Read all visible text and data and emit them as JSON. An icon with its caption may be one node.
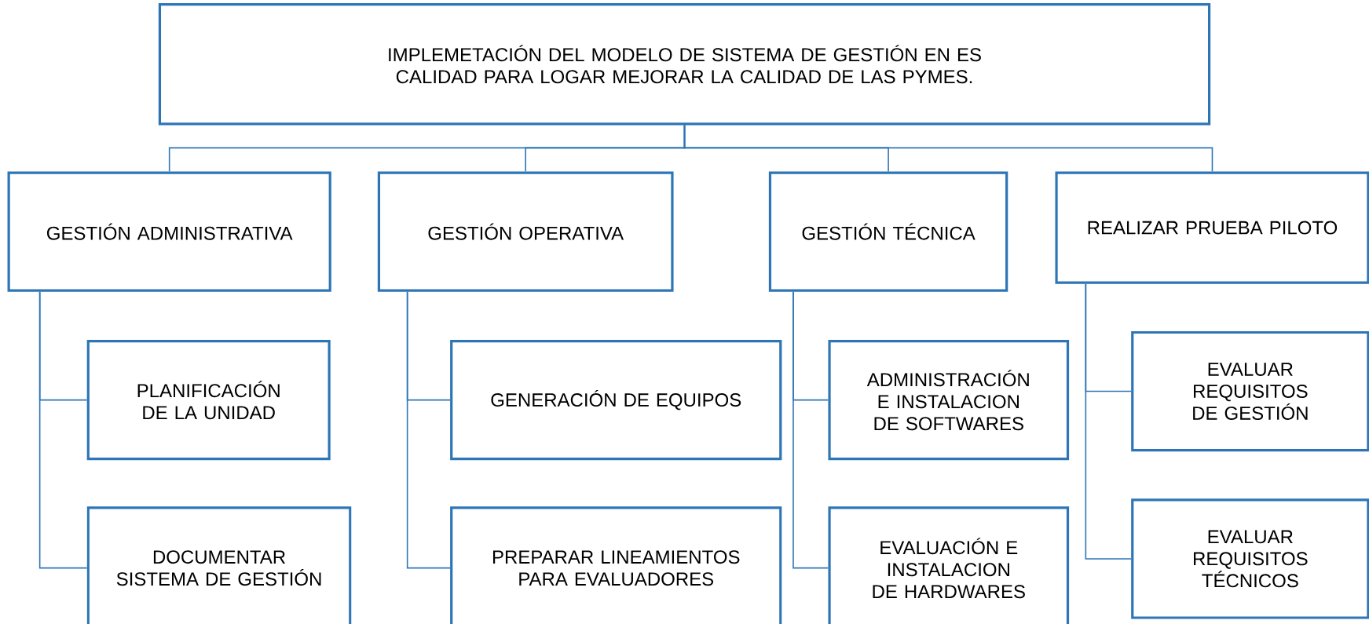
{
  "diagram": {
    "nodes": [
      {
        "text": [
          "IMPLEMETACIÓN DEL MODELO DE SISTEMA DE GESTIÓN EN ES CALIDAD PARA LOGAR MEJORAR LA CALIDAD DE LAS PYMES."
        ]
      },
      {
        "text": [
          "GESTIÓN ADMINISTRATIVA"
        ]
      },
      {
        "text": [
          "GESTIÓN OPERATIVA"
        ]
      },
      {
        "text": [
          "GESTIÓN TÉCNICA"
        ]
      },
      {
        "text": [
          "REALIZAR PRUEBA PILOTO"
        ]
      },
      {
        "text": [
          "PLANIFICACIÓN DE LA UNIDAD"
        ]
      },
      {
        "text": [
          "GENERACIÓN DE EQUIPOS"
        ]
      },
      {
        "text": [
          "ADMINISTRACIÓN E INSTALACION DE SOFTWARES"
        ]
      },
      {
        "text": [
          "EVALUAR REQUISITOS DE GESTIÓN"
        ]
      },
      {
        "text": [
          "DOCUMENTAR SISTEMA DE GESTIÓN"
        ]
      },
      {
        "text": [
          "PREPARAR LINEAMIENTOS PARA EVALUADORES"
        ]
      },
      {
        "text": [
          "EVALUACIÓN E INSTALACION DE HARDWARES"
        ]
      },
      {
        "text": [
          "EVALUAR REQUISITOS TÉCNICOS"
        ]
      }
    ],
    "edges": [
      {
        "from": 0,
        "to": 1,
        "arrow": "none"
      },
      {
        "from": 0,
        "to": 2,
        "arrow": "none"
      },
      {
        "from": 0,
        "to": 3,
        "arrow": "none"
      },
      {
        "from": 0,
        "to": 4,
        "arrow": "none"
      },
      {
        "from": 1,
        "to": 5,
        "arrow": "none"
      },
      {
        "from": 1,
        "to": 9,
        "arrow": "none"
      },
      {
        "from": 2,
        "to": 6,
        "arrow": "none"
      },
      {
        "from": 2,
        "to": 10,
        "arrow": "none"
      },
      {
        "from": 3,
        "to": 7,
        "arrow": "none"
      },
      {
        "from": 3,
        "to": 11,
        "arrow": "none"
      },
      {
        "from": 4,
        "to": 8,
        "arrow": "none"
      },
      {
        "from": 4,
        "to": 12,
        "arrow": "none"
      }
    ]
  }
}
